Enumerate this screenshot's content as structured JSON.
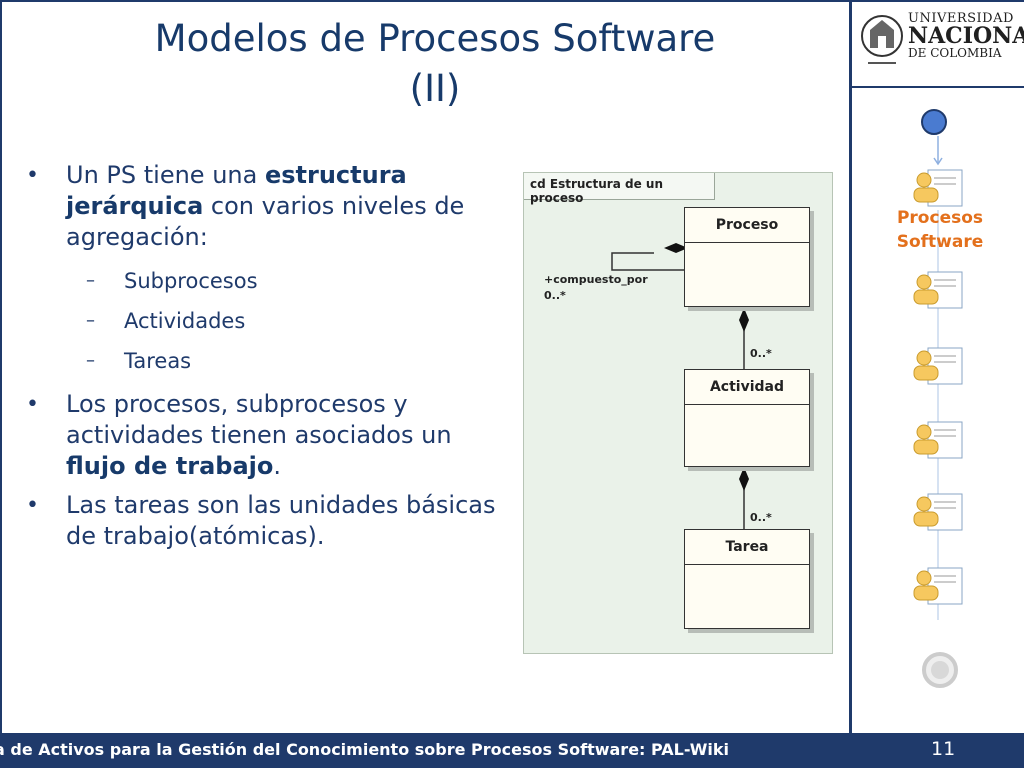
{
  "slide": {
    "title_line1": "Modelos de Procesos Software",
    "title_line2": "(II)",
    "bullet1": {
      "pre": "Un PS tiene una ",
      "bold": "estructura jerárquica",
      "post": " con varios niveles de agregación:"
    },
    "subitems": [
      "Subprocesos",
      "Actividades",
      "Tareas"
    ],
    "bullet2": {
      "pre": "Los procesos, subprocesos y actividades tienen asociados un ",
      "bold": "flujo de trabajo",
      "post": "."
    },
    "bullet3": "Las tareas son las unidades básicas de trabajo(atómicas)."
  },
  "diagram": {
    "title": "cd Estructura de un proceso",
    "classes": [
      "Proceso",
      "Actividad",
      "Tarea"
    ],
    "role_label": "+compuesto_por",
    "multiplicity": "0..*"
  },
  "sidebar": {
    "logo": {
      "line1": "UNIVERSIDAD",
      "line2": "NACIONAL",
      "line3": "DE COLOMBIA"
    },
    "flow_label_line1": "Procesos",
    "flow_label_line2": "Software"
  },
  "footer": {
    "text": "a de Activos para la Gestión del Conocimiento sobre Procesos Software: PAL-Wiki",
    "page_number": "11"
  },
  "colors": {
    "navy": "#1f3a6b",
    "accent": "#e3701c",
    "diagram_bg": "#eaf2e9"
  }
}
